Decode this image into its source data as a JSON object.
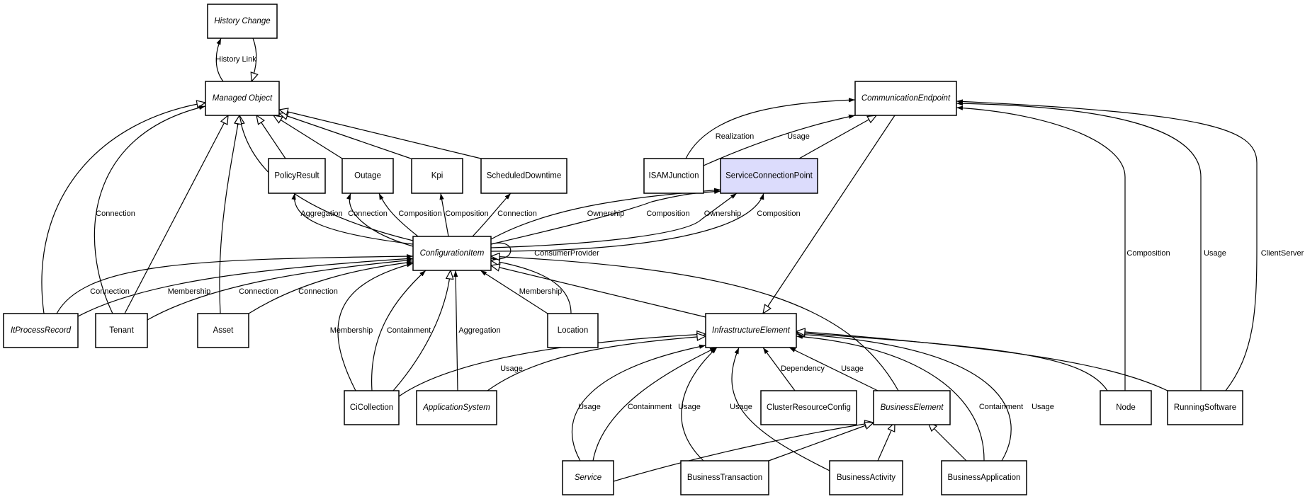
{
  "nodes": [
    {
      "id": "hc",
      "name": "History Change",
      "abstract": true
    },
    {
      "id": "mo",
      "name": "Managed Object",
      "abstract": true
    },
    {
      "id": "pr",
      "name": "PolicyResult",
      "abstract": false
    },
    {
      "id": "out",
      "name": "Outage",
      "abstract": false
    },
    {
      "id": "kpi",
      "name": "Kpi",
      "abstract": false
    },
    {
      "id": "sd",
      "name": "ScheduledDowntime",
      "abstract": false
    },
    {
      "id": "isam",
      "name": "ISAMJunction",
      "abstract": false
    },
    {
      "id": "scp",
      "name": "ServiceConnectionPoint",
      "abstract": false,
      "highlighted": true
    },
    {
      "id": "ce",
      "name": "CommunicationEndpoint",
      "abstract": true
    },
    {
      "id": "ci",
      "name": "ConfigurationItem",
      "abstract": true
    },
    {
      "id": "itpr",
      "name": "ItProcessRecord",
      "abstract": true
    },
    {
      "id": "ten",
      "name": "Tenant",
      "abstract": false
    },
    {
      "id": "asset",
      "name": "Asset",
      "abstract": false
    },
    {
      "id": "loc",
      "name": "Location",
      "abstract": false
    },
    {
      "id": "ie",
      "name": "InfrastructureElement",
      "abstract": true
    },
    {
      "id": "cic",
      "name": "CiCollection",
      "abstract": false
    },
    {
      "id": "aps",
      "name": "ApplicationSystem",
      "abstract": true
    },
    {
      "id": "crc",
      "name": "ClusterResourceConfig",
      "abstract": false
    },
    {
      "id": "be",
      "name": "BusinessElement",
      "abstract": true
    },
    {
      "id": "node",
      "name": "Node",
      "abstract": false
    },
    {
      "id": "rs",
      "name": "RunningSoftware",
      "abstract": false
    },
    {
      "id": "svc",
      "name": "Service",
      "abstract": true
    },
    {
      "id": "bt",
      "name": "BusinessTransaction",
      "abstract": false
    },
    {
      "id": "ba",
      "name": "BusinessActivity",
      "abstract": false
    },
    {
      "id": "bapp",
      "name": "BusinessApplication",
      "abstract": false
    }
  ],
  "edge_labels": [
    "History Link",
    "Connection",
    "Aggregation",
    "Connection",
    "Composition",
    "Composition",
    "Connection",
    "Ownership",
    "Composition",
    "Ownership",
    "Composition",
    "ConsumerProvider",
    "Realization",
    "Usage",
    "Composition",
    "Usage",
    "ClientServer",
    "Connection",
    "Membership",
    "Connection",
    "Connection",
    "Membership",
    "Containment",
    "Aggregation",
    "Membership",
    "Usage",
    "Dependency",
    "Usage",
    "Usage",
    "Containment",
    "Usage",
    "Usage",
    "Containment",
    "Usage"
  ],
  "colors": {
    "highlight_fill": "#dcdcfc",
    "stroke": "#000000",
    "background": "#ffffff"
  }
}
